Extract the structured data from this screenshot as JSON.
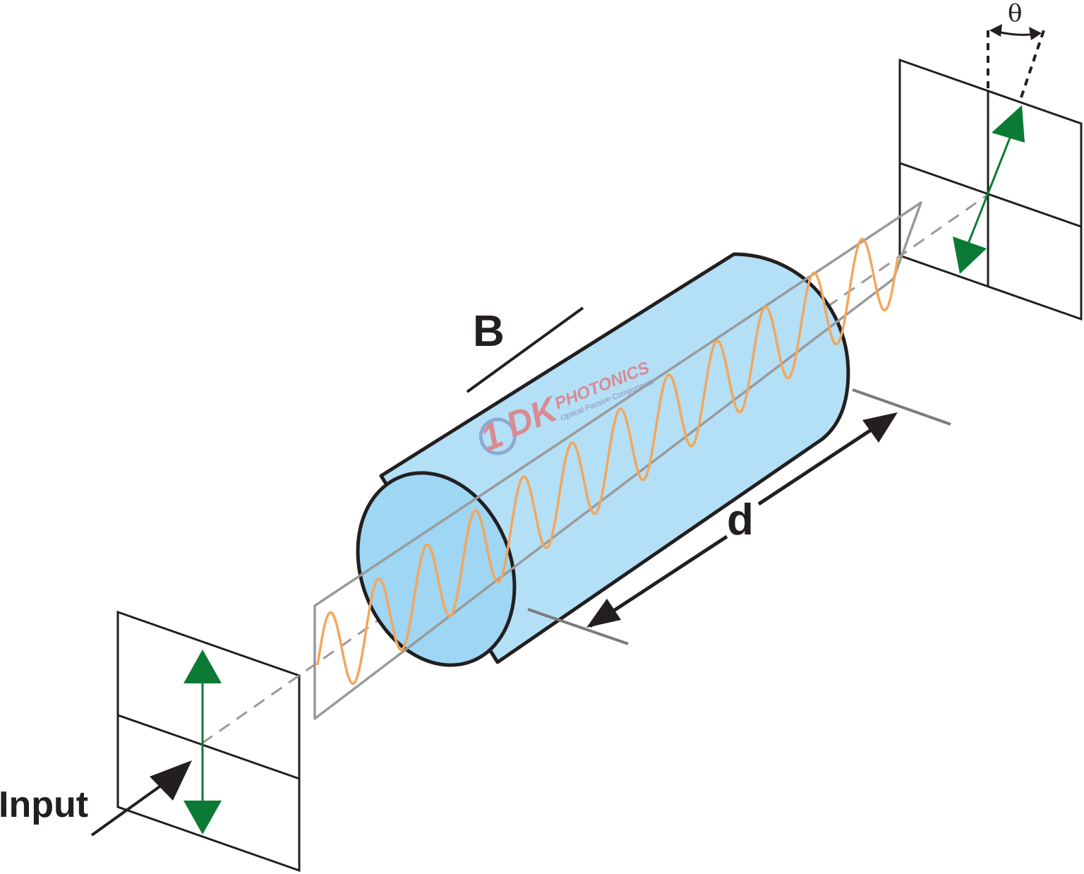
{
  "labels": {
    "field": "B",
    "length": "d",
    "input": "Input",
    "angle": "θ"
  },
  "logo": {
    "mark": "1",
    "brand": "DK",
    "name": "PHOTONICS",
    "tagline": "Optical Passive Components"
  },
  "colors": {
    "rod_fill": "#b3e0f6",
    "rod_face": "#9ed6f3",
    "wave": "#f3a65c",
    "arrow_green": "#0a7a35",
    "outline": "#231f20",
    "guide_gray": "#9a9a9a"
  },
  "icons": {
    "input_arrow": "arrow-icon",
    "polarization": "double-arrow-icon"
  }
}
